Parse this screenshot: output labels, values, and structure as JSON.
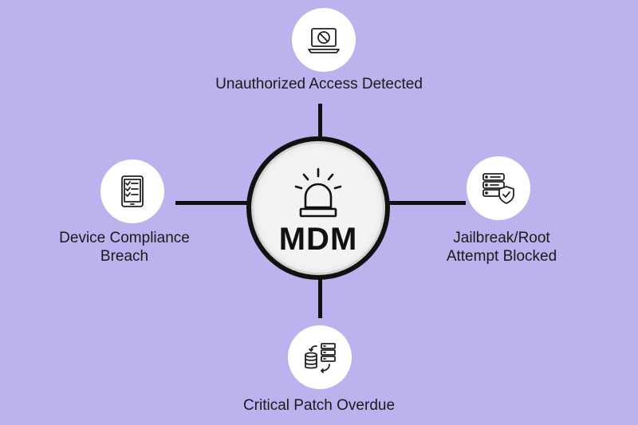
{
  "hub": {
    "label": "MDM",
    "icon": "alarm-siren-icon"
  },
  "nodes": {
    "top": {
      "label": "Unauthorized Access Detected",
      "icon": "laptop-blocked-icon"
    },
    "left": {
      "label_line1": "Device Compliance",
      "label_line2": "Breach",
      "icon": "compliance-checklist-icon"
    },
    "right": {
      "label_line1": "Jailbreak/Root",
      "label_line2": "Attempt Blocked",
      "icon": "server-shield-icon"
    },
    "bottom": {
      "label": "Critical Patch Overdue",
      "icon": "database-sync-icon"
    }
  },
  "colors": {
    "background": "#bcb3ee",
    "line": "#111111",
    "node": "#ffffff",
    "hub_ring": "#d2d2d2"
  }
}
